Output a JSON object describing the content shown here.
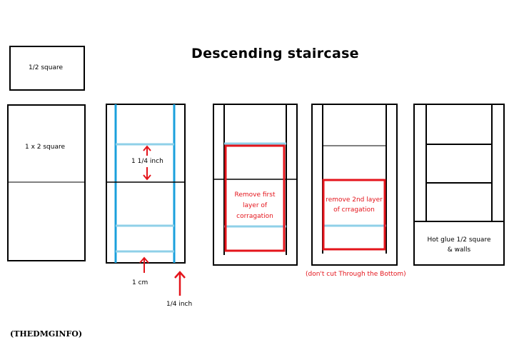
{
  "title": "Descending staircase",
  "labels": {
    "half_square": "1/2 square",
    "one_by_two": "1 x 2 square",
    "one_quarter_inch": "1 1/4 inch",
    "one_cm": "1 cm",
    "quarter_inch": "1/4 inch",
    "remove_first": [
      "Remove first",
      "layer of",
      "corragation"
    ],
    "remove_second": [
      "remove 2nd layer",
      "of crragation"
    ],
    "dont_cut": "(don't cut Through the Bottom)",
    "hot_glue": [
      "Hot glue 1/2 square",
      "& walls"
    ]
  },
  "credit": "(THEDMGINFO)",
  "colors": {
    "outline": "#000000",
    "guide": "#1aa0dc",
    "light_guide": "#8fd0e8",
    "highlight": "#e4141b"
  }
}
